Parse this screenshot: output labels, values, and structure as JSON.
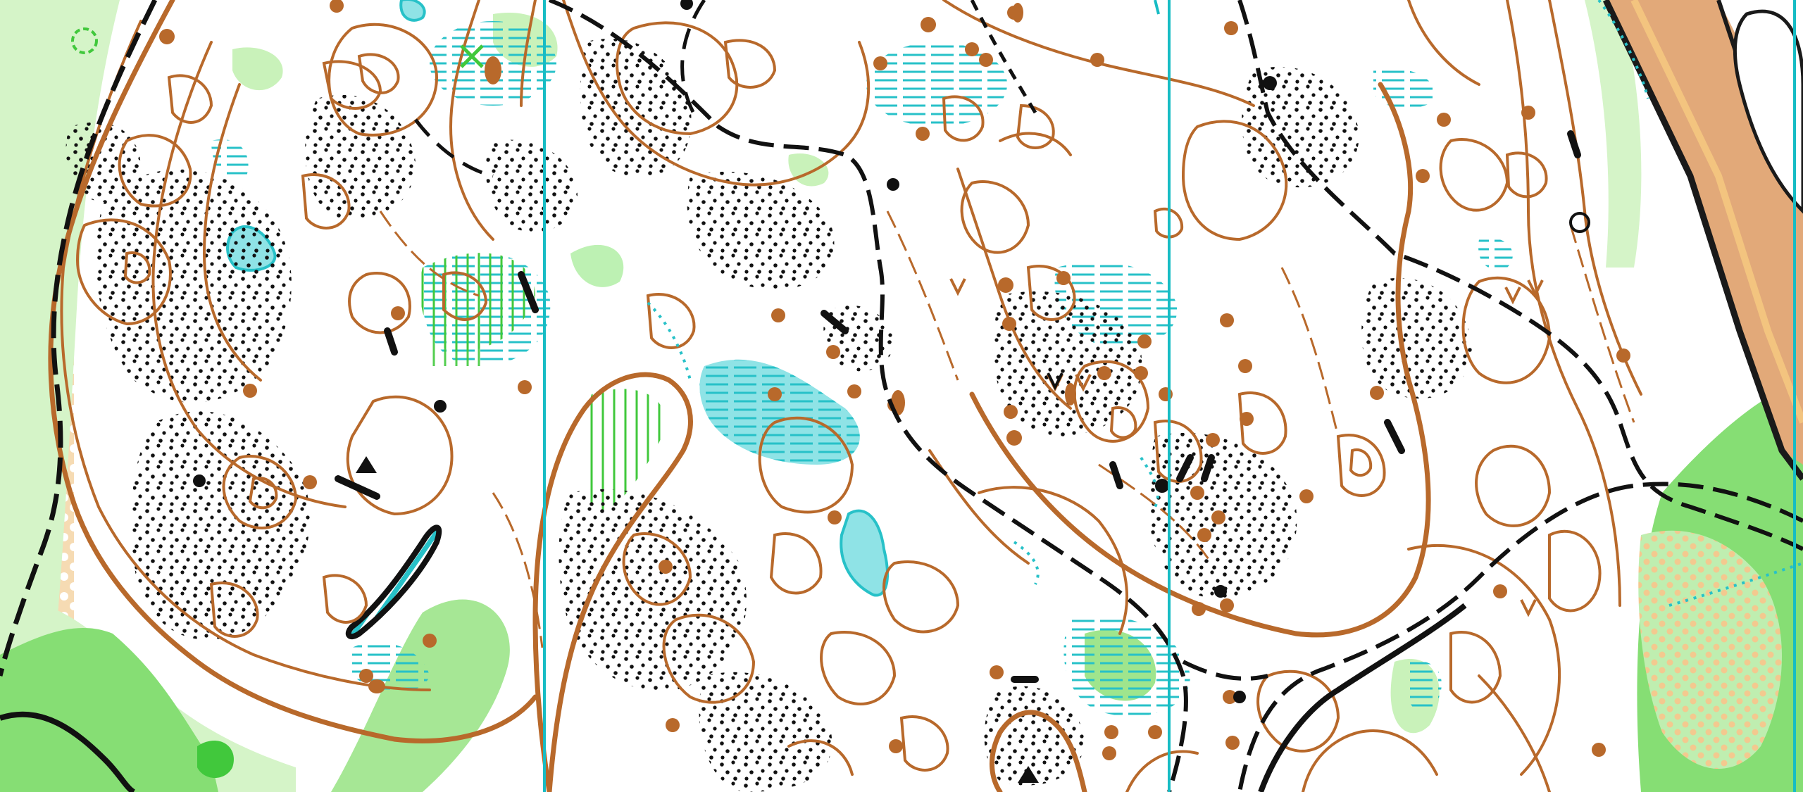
{
  "map": {
    "type": "orienteering-map",
    "colors": {
      "paper": "#ffffff",
      "contour": "#b8692b",
      "path": "#111111",
      "water": "#27c1c8",
      "water_fill": "#8fe3e6",
      "vegetation_light": "#c8f1b9",
      "vegetation_medium": "#7fdc6a",
      "vegetation_dark": "#41c83c",
      "open_land": "#f7cf9b",
      "road_fill": "#e2a979",
      "road_edge": "#1a1a1a",
      "magnetic_north": "#17bcc4"
    },
    "features": [
      "contours",
      "form-lines",
      "knolls",
      "boulders-and-stony-ground",
      "paths-and-tracks",
      "marsh",
      "ponds",
      "green-vegetation",
      "open-land",
      "road",
      "magnetic-north-lines"
    ]
  }
}
